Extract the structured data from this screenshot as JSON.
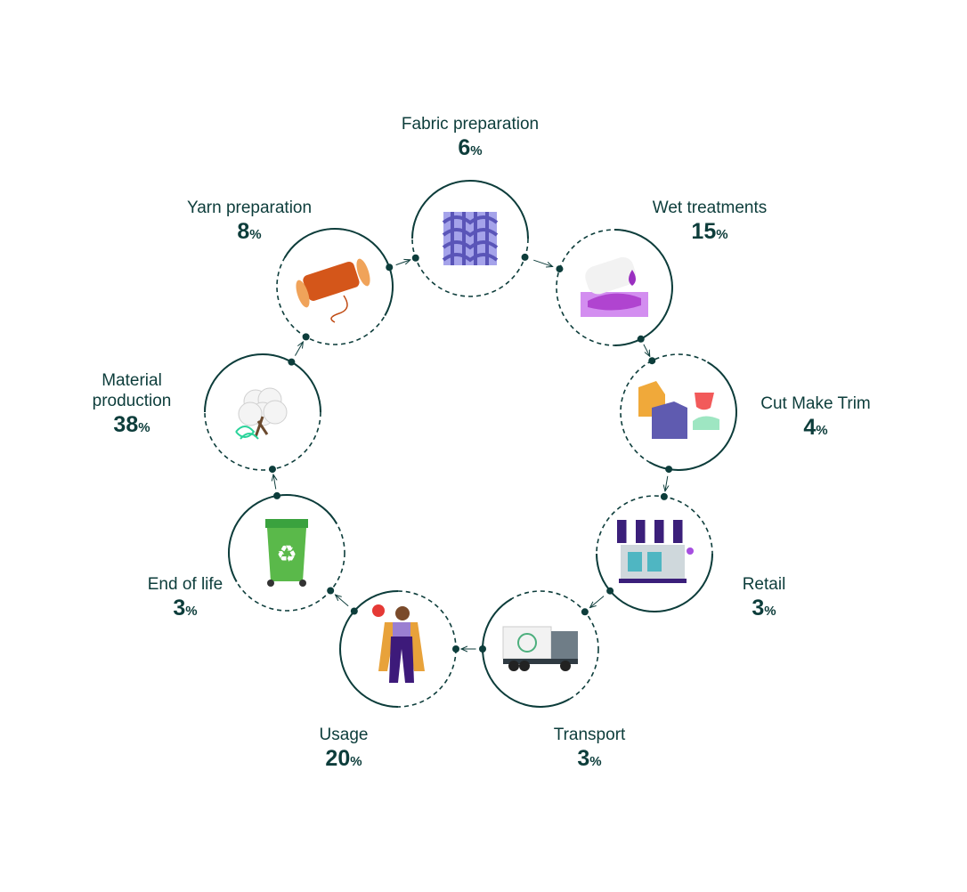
{
  "stages": [
    {
      "id": "fabric-preparation",
      "name": "Fabric preparation",
      "value": "6",
      "unit": "%",
      "icon": "fabric-icon"
    },
    {
      "id": "wet-treatments",
      "name": "Wet treatments",
      "value": "15",
      "unit": "%",
      "icon": "dye-roll-icon"
    },
    {
      "id": "cut-make-trim",
      "name": "Cut Make Trim",
      "value": "4",
      "unit": "%",
      "icon": "garments-icon"
    },
    {
      "id": "retail",
      "name": "Retail",
      "value": "3",
      "unit": "%",
      "icon": "shop-icon"
    },
    {
      "id": "transport",
      "name": "Transport",
      "value": "3",
      "unit": "%",
      "icon": "electric-truck-icon"
    },
    {
      "id": "usage",
      "name": "Usage",
      "value": "20",
      "unit": "%",
      "icon": "person-icon"
    },
    {
      "id": "end-of-life",
      "name": "End of life",
      "value": "3",
      "unit": "%",
      "icon": "recycle-bin-icon"
    },
    {
      "id": "material-production",
      "name": "Material\nproduction",
      "value": "38",
      "unit": "%",
      "icon": "cotton-icon"
    },
    {
      "id": "yarn-preparation",
      "name": "Yarn preparation",
      "value": "8",
      "unit": "%",
      "icon": "yarn-spool-icon"
    }
  ],
  "colors": {
    "primary": "#0d3d3b"
  }
}
